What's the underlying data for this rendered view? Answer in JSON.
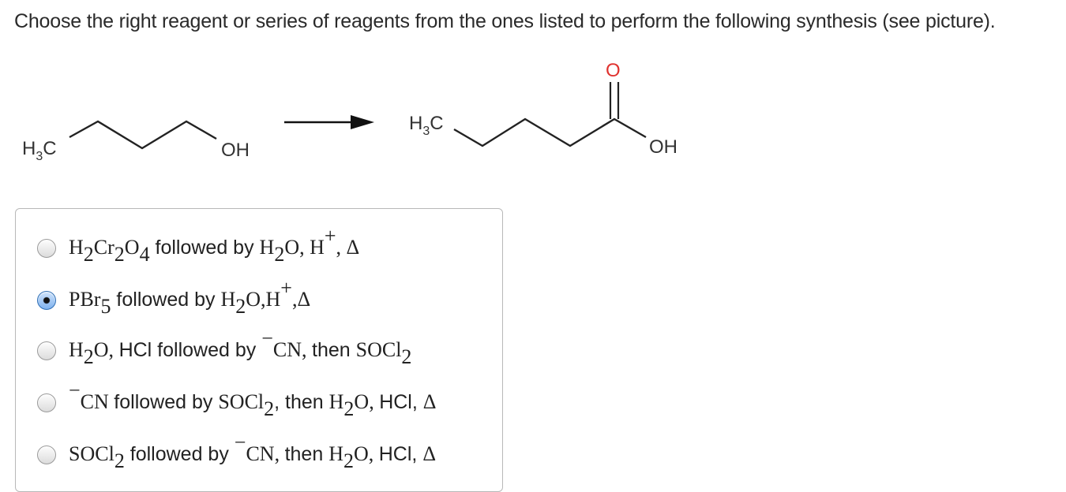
{
  "question": {
    "text": "Choose the right reagent or series of reagents from the ones listed to perform the following synthesis (see picture)."
  },
  "scheme": {
    "reactant": {
      "left_group": "H3C",
      "right_group": "OH"
    },
    "product": {
      "left_group": "H3C",
      "carbonyl_o": "O",
      "right_group": "OH"
    }
  },
  "options": [
    {
      "selected": false,
      "segments": [
        {
          "t": "H",
          "m": true
        },
        {
          "t": "2",
          "s": "sub",
          "m": true
        },
        {
          "t": "Cr",
          "m": true
        },
        {
          "t": "2",
          "s": "sub",
          "m": true
        },
        {
          "t": "O",
          "m": true
        },
        {
          "t": "4",
          "s": "sub",
          "m": true
        },
        {
          "t": " followed by "
        },
        {
          "t": "H",
          "m": true
        },
        {
          "t": "2",
          "s": "sub",
          "m": true
        },
        {
          "t": "O, H",
          "m": true
        },
        {
          "t": "+",
          "s": "sup",
          "m": true
        },
        {
          "t": ", Δ",
          "m": true
        }
      ]
    },
    {
      "selected": true,
      "segments": [
        {
          "t": "PBr",
          "m": true
        },
        {
          "t": "5",
          "s": "sub",
          "m": true
        },
        {
          "t": " followed by "
        },
        {
          "t": "H",
          "m": true
        },
        {
          "t": "2",
          "s": "sub",
          "m": true
        },
        {
          "t": "O,H",
          "m": true
        },
        {
          "t": "+",
          "s": "sup",
          "m": true
        },
        {
          "t": ",Δ",
          "m": true
        }
      ]
    },
    {
      "selected": false,
      "segments": [
        {
          "t": "H",
          "m": true
        },
        {
          "t": "2",
          "s": "sub",
          "m": true
        },
        {
          "t": "O, ",
          "m": true
        },
        {
          "t": "HCl followed by "
        },
        {
          "t": "−",
          "s": "sup",
          "m": true
        },
        {
          "t": "CN, ",
          "m": true
        },
        {
          "t": "then "
        },
        {
          "t": "SOCl",
          "m": true
        },
        {
          "t": "2",
          "s": "sub",
          "m": true
        }
      ]
    },
    {
      "selected": false,
      "segments": [
        {
          "t": "−",
          "s": "sup",
          "m": true
        },
        {
          "t": "CN ",
          "m": true
        },
        {
          "t": "followed by "
        },
        {
          "t": "SOCl",
          "m": true
        },
        {
          "t": "2",
          "s": "sub",
          "m": true
        },
        {
          "t": ", then "
        },
        {
          "t": "H",
          "m": true
        },
        {
          "t": "2",
          "s": "sub",
          "m": true
        },
        {
          "t": "O, ",
          "m": true
        },
        {
          "t": "HCl, "
        },
        {
          "t": "Δ",
          "m": true
        }
      ]
    },
    {
      "selected": false,
      "segments": [
        {
          "t": "SOCl",
          "m": true
        },
        {
          "t": "2",
          "s": "sub",
          "m": true
        },
        {
          "t": " followed by "
        },
        {
          "t": "−",
          "s": "sup",
          "m": true
        },
        {
          "t": "CN, ",
          "m": true
        },
        {
          "t": "then "
        },
        {
          "t": "H",
          "m": true
        },
        {
          "t": "2",
          "s": "sub",
          "m": true
        },
        {
          "t": "O, ",
          "m": true
        },
        {
          "t": "HCl, "
        },
        {
          "t": "Δ",
          "m": true
        }
      ]
    }
  ]
}
